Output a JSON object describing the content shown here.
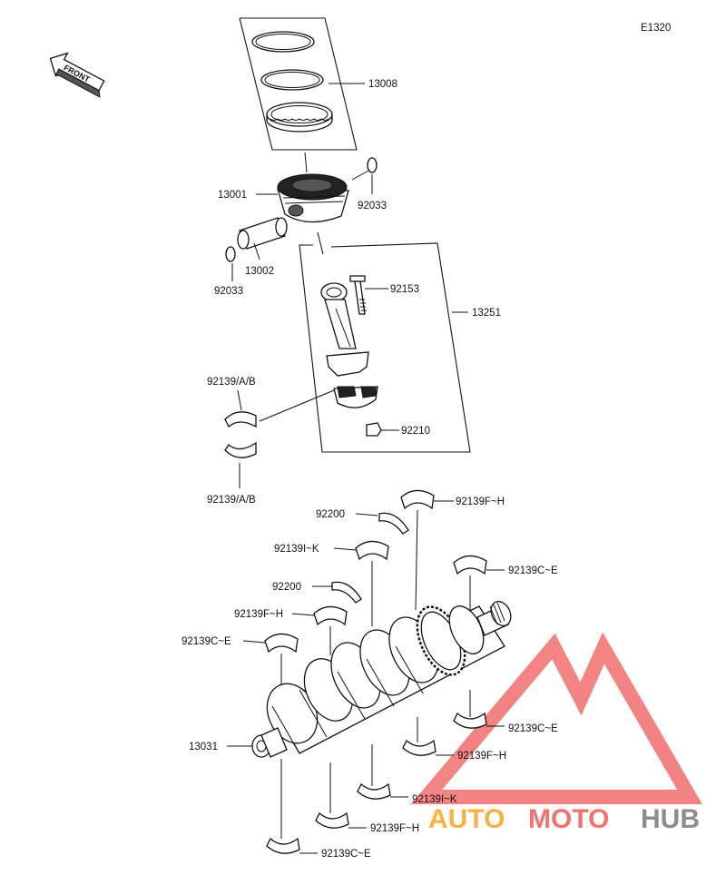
{
  "diagram_code": "E1320",
  "front_label": "FRONT",
  "parts": {
    "ring_set": "13008",
    "piston": "13001",
    "clip_right": "92033",
    "piston_pin": "13002",
    "clip_left": "92033",
    "conrod_bolt": "92153",
    "conrod_assy": "13251",
    "conrod_bearing_upper": "92139/A/B",
    "conrod_nut": "92210",
    "conrod_bearing_lower": "92139/A/B",
    "thrust_upper": "92200",
    "main_upper_1": "92139F~H",
    "main_upper_2": "92139I~K",
    "main_upper_3": "92139C~E",
    "thrust_lower": "92200",
    "main_upper_4": "92139F~H",
    "main_upper_5": "92139C~E",
    "crankshaft": "13031",
    "main_lower_1": "92139C~E",
    "main_lower_2": "92139F~H",
    "main_lower_3": "92139I~K",
    "main_lower_4": "92139F~H",
    "main_lower_5": "92139C~E"
  },
  "watermark": {
    "part1": "AUTO",
    "part2": "MOTO",
    "part3": "HUB",
    "color_primary": "#f05a5a",
    "color_secondary": "#f5a623",
    "color_tertiary": "#7a7a7a"
  }
}
